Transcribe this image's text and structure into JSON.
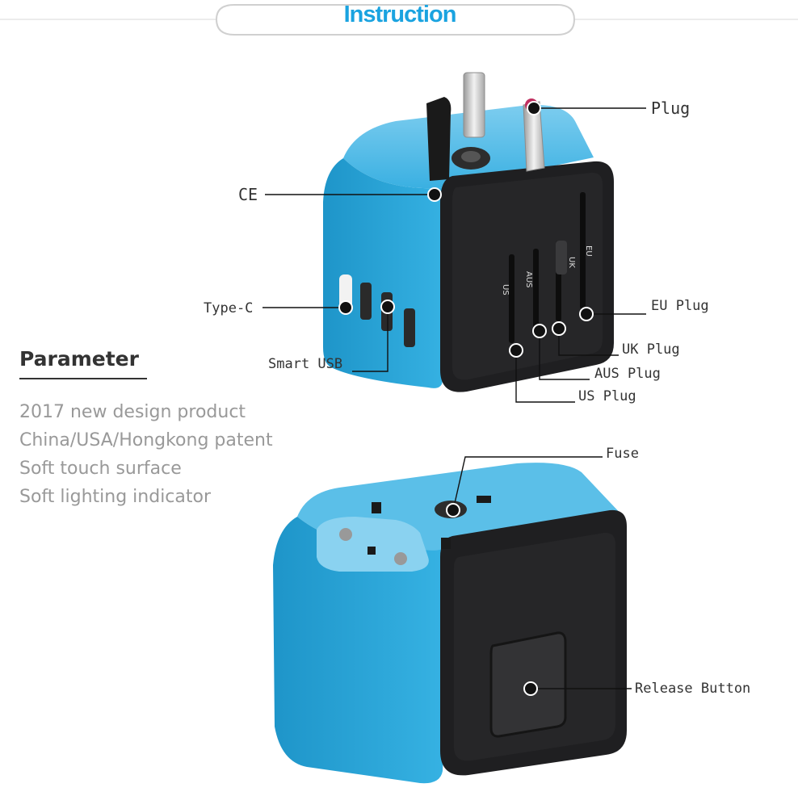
{
  "header": {
    "title": "Instruction"
  },
  "parameter": {
    "title": "Parameter",
    "items": [
      "2017 new design product",
      "China/USA/Hongkong patent",
      "Soft touch surface",
      "Soft lighting indicator"
    ]
  },
  "callouts": {
    "plug": "Plug",
    "ce": "CE",
    "type_c": "Type-C",
    "smart_usb": "Smart USB",
    "eu_plug": "EU Plug",
    "uk_plug": "UK Plug",
    "aus_plug": "AUS Plug",
    "us_plug": "US Plug",
    "fuse": "Fuse",
    "release_button": "Release Button"
  },
  "device_slider_labels": {
    "us": "US",
    "aus": "AUS",
    "uk": "UK",
    "eu": "EU"
  },
  "colors": {
    "accent": "#1aa3e0",
    "body_blue": "#2aa7da",
    "face_black": "#1f1f21",
    "heading": "#333333",
    "param_text": "#999999"
  }
}
